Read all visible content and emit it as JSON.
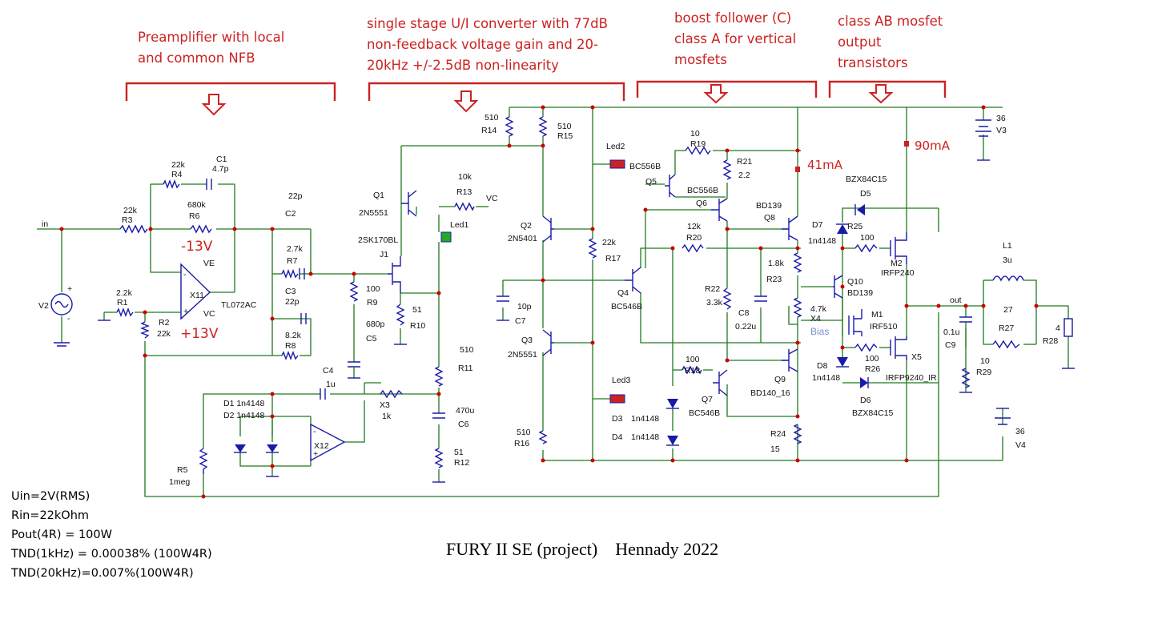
{
  "sections": {
    "preamp": "Preamplifier with local\nand common NFB",
    "converter": "single stage U/I converter with 77dB\nnon-feedback voltage gain and 20-\n20kHz +/-2.5dB non-linearity",
    "follower": "boost follower (C)\nclass A for vertical\nmosfets",
    "output": "class AB mosfet\noutput\ntransistors"
  },
  "rails": {
    "neg": "-13V",
    "pos": "+13V"
  },
  "currents": {
    "driver": "41mA",
    "output": "90mA"
  },
  "specs": [
    "Uin=2V(RMS)",
    "Rin=22kOhm",
    "Pout(4R) = 100W",
    "TND(1kHz) = 0.00038% (100W4R)",
    "TND(20kHz)=0.007%(100W4R)"
  ],
  "title": "FURY II SE (project)    Hennady 2022",
  "labels": {
    "in": "in",
    "V2": "V2",
    "R3v": "22k",
    "R3": "R3",
    "R4v": "22k",
    "R4": "R4",
    "C1": "C1",
    "C1v": "4.7p",
    "R6v": "680k",
    "R6": "R6",
    "VE": "VE",
    "VC": "VC",
    "X11": "X11",
    "TL072AC": "TL072AC",
    "R1v": "2.2k",
    "R1": "R1",
    "R2": "R2",
    "R2v": "22k",
    "C2v": "22p",
    "C2": "C2",
    "R7v": "2.7k",
    "R7": "R7",
    "C3": "C3",
    "C3v": "22p",
    "R8v": "8.2k",
    "R8": "R8",
    "R9v": "100",
    "R9": "R9",
    "C5v": "680p",
    "C5": "C5",
    "Q1": "Q1",
    "Q1t": "2N5551",
    "J1t": "2SK170BL",
    "J1": "J1",
    "R13v": "10k",
    "R13": "R13",
    "VC2": "VC",
    "Led1": "Led1",
    "R10v": "51",
    "R10": "R10",
    "R14v": "510",
    "R14": "R14",
    "R15v": "510",
    "R15": "R15",
    "Q2": "Q2",
    "Q2t": "2N5401",
    "R17v": "22k",
    "R17": "R17",
    "C7v": "10p",
    "C7": "C7",
    "Q3": "Q3",
    "Q3t": "2N5551",
    "R11v": "510",
    "R11": "R11",
    "C6v": "470u",
    "C6": "C6",
    "R12v": "51",
    "R12": "R12",
    "R16v": "510",
    "R16": "R16",
    "C4": "C4",
    "C4v": "1u",
    "X3": "X3",
    "X3v": "1k",
    "X12": "X12",
    "D1": "D1 1n4148",
    "D2": "D2 1n4148",
    "R5": "R5",
    "R5v": "1meg",
    "Led2": "Led2",
    "Led2t": "BC556B",
    "Led3": "Led3",
    "D3": "D3",
    "D3t": "1n4148",
    "D4": "D4",
    "D4t": "1n4148",
    "R19v": "10",
    "R19": "R19",
    "R21": "R21",
    "R21v": "2.2",
    "Q5": "Q5",
    "Q5t": "BC556B",
    "Q6": "Q6",
    "Q8t": "BD139",
    "Q8": "Q8",
    "R20v": "12k",
    "R20": "R20",
    "Q4": "Q4",
    "Q4t": "BC546B",
    "R22": "R22",
    "R22v": "3.3k",
    "C8": "C8",
    "C8v": "0.22u",
    "R23v": "1.8k",
    "R23": "R23",
    "X4v": "4.7k",
    "X4": "X4",
    "Bias": "Bias",
    "R18v": "100",
    "R18": "R18",
    "Q7": "Q7",
    "Q7t": "BC546B",
    "Q9": "Q9",
    "Q9t": "BD140_16",
    "R24": "R24",
    "R24v": "15",
    "D7": "D7",
    "D7t": "1n4148",
    "Q10": "Q10",
    "Q10t": "BD139",
    "D8": "D8",
    "D8t": "1n4148",
    "D5t": "BZX84C15",
    "D5": "D5",
    "R25": "R25",
    "R25v": "100",
    "M2": "M2",
    "M2t": "IRFP240",
    "M1": "M1",
    "M1t": "IRF510",
    "R26v": "100",
    "R26": "R26",
    "X5": "X5",
    "X5t": "IRFP9240_IR",
    "D6": "D6",
    "D6t": "BZX84C15",
    "V3v": "36",
    "V3": "V3",
    "V4v": "36",
    "V4": "V4",
    "L1": "L1",
    "L1v": "3u",
    "out": "out",
    "R27v": "27",
    "R27": "R27",
    "C9v": "0.1u",
    "C9": "C9",
    "R29v": "10",
    "R29": "R29",
    "R28v": "4",
    "R28": "R28"
  },
  "colors": {
    "wire": "#1f7a1f",
    "component": "#1a1aa8",
    "annotation": "#cc2222",
    "led_green": "#22aa22",
    "led_red": "#cc2222"
  }
}
